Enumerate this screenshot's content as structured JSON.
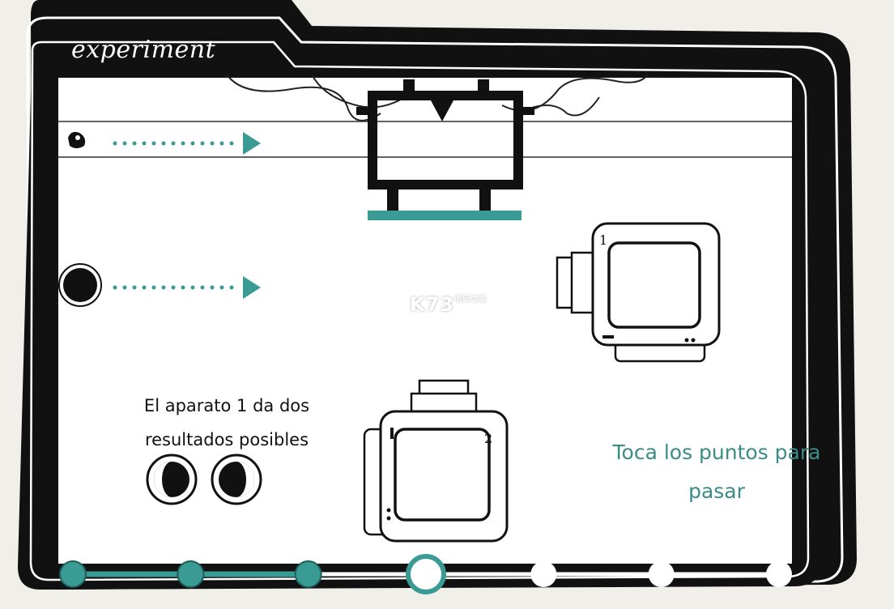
{
  "folder": {
    "label": "experiment"
  },
  "explanation": {
    "line1": "El aparato 1 da dos",
    "line2": "resultados posibles"
  },
  "hint": {
    "line1": "Toca los puntos para",
    "line2": "pasar"
  },
  "devices": {
    "device1": {
      "number": "1"
    },
    "device2": {
      "number": "2"
    }
  },
  "watermark": {
    "text": "K73",
    "sub": "电玩之家"
  },
  "progress": {
    "total_steps": 7,
    "current_step": 4,
    "completed_steps": 3
  },
  "colors": {
    "accent": "#3a9a94",
    "ink": "#111111",
    "paper": "#ffffff",
    "background": "#f1efea"
  }
}
